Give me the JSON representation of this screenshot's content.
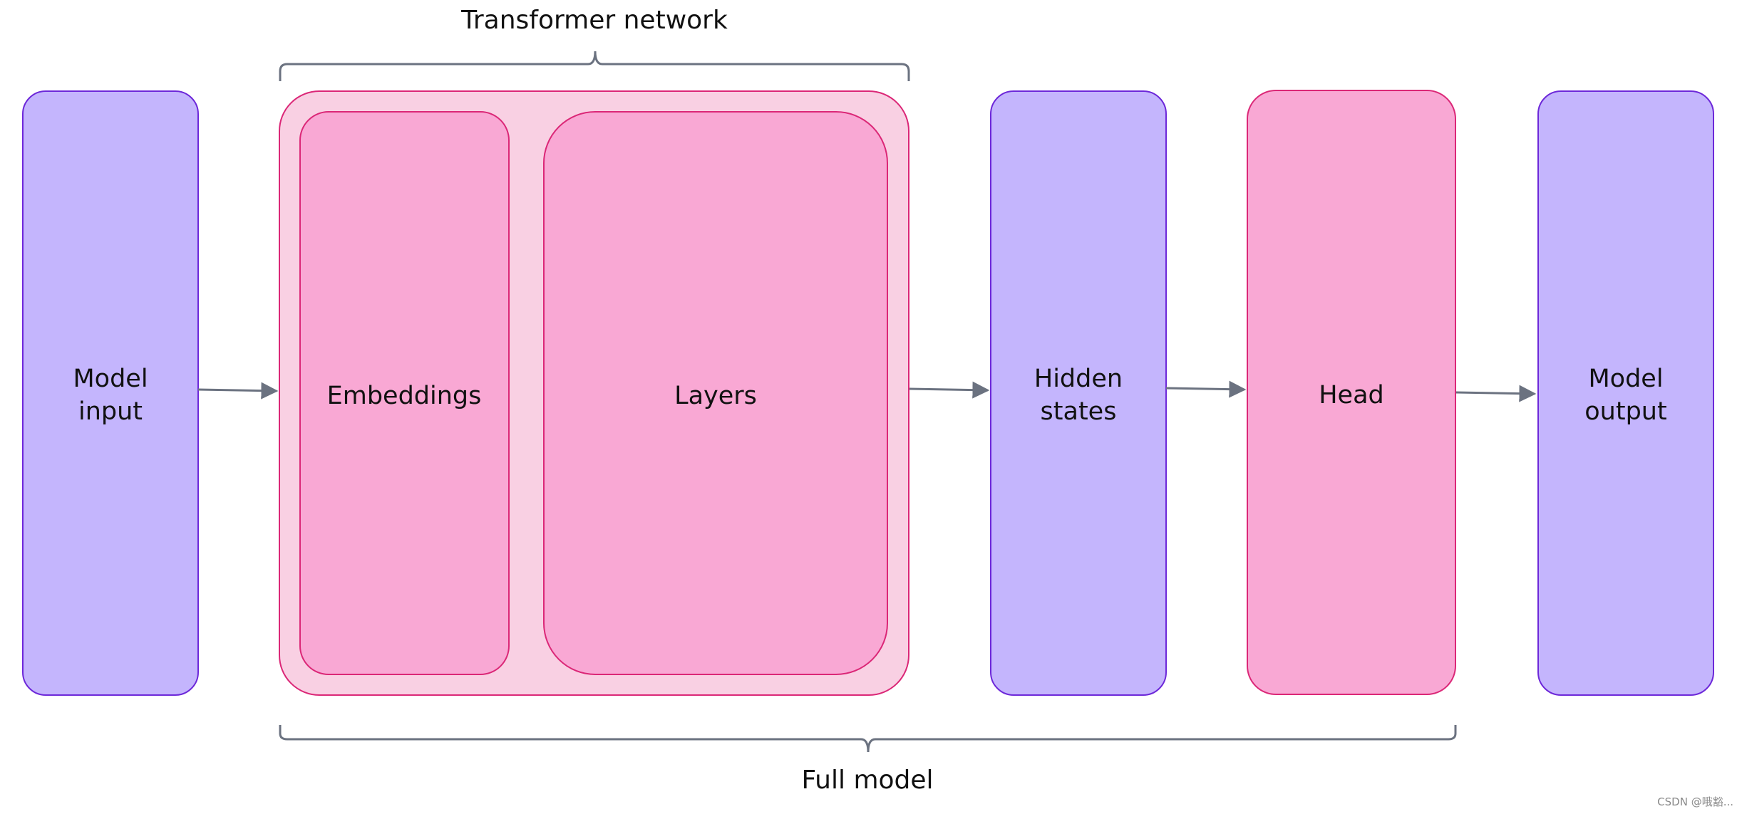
{
  "title": "",
  "colors": {
    "purple_fill": "#c4b5fd",
    "purple_stroke": "#6d28d9",
    "pink_fill": "#f9a8d4",
    "pink_stroke": "#db2777",
    "pink_light_fill": "#f9d0e3",
    "arrow": "#6b7280",
    "bracket": "#6b7280"
  },
  "blocks": {
    "model_input": {
      "line1": "Model",
      "line2": "input"
    },
    "embeddings": {
      "label": "Embeddings"
    },
    "layers": {
      "label": "Layers"
    },
    "hidden_states": {
      "line1": "Hidden",
      "line2": "states"
    },
    "head": {
      "label": "Head"
    },
    "model_output": {
      "line1": "Model",
      "line2": "output"
    }
  },
  "brackets": {
    "transformer": {
      "label": "Transformer network"
    },
    "full_model": {
      "label": "Full model"
    }
  },
  "watermark": "CSDN @哦豁..."
}
